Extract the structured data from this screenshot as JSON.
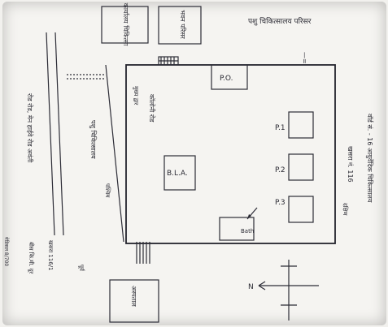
{
  "diagram": {
    "header_title": "पशु चिकित्सालय परिसर",
    "rooms": {
      "po": "P.O.",
      "p1": "P.1",
      "p2": "P.2",
      "p3": "P.3",
      "bla": "B.L.A.",
      "bath": "Bath"
    },
    "road_left_label": "रोड रोड, मेन हाईवे रोड अवंती",
    "colony_label": "कॉलोनी रोड",
    "vet_hospital_label": "पशु चिकित्सालय",
    "gate_label": "मुख्य द्वार",
    "west_label": "पश्चिम",
    "east_label": "पूर्व",
    "south_label": "दक्षिण",
    "right_margin_text": "वॉर्ड सं. - 16 आयुर्वेदिक चिकित्सालय",
    "area_label": "खसरा नं. 116",
    "north_symbol": "N",
    "bottom_left_text": "बीस कि.मी. दूर",
    "bottom_left_small": "मेडिकल 8/700",
    "plot_number": "खसरा 116/1",
    "bottom_box_label": "अस्पताल",
    "top_box_left": "कार्यालय चिकित्सा",
    "top_box_right": "भवन परिसर"
  }
}
